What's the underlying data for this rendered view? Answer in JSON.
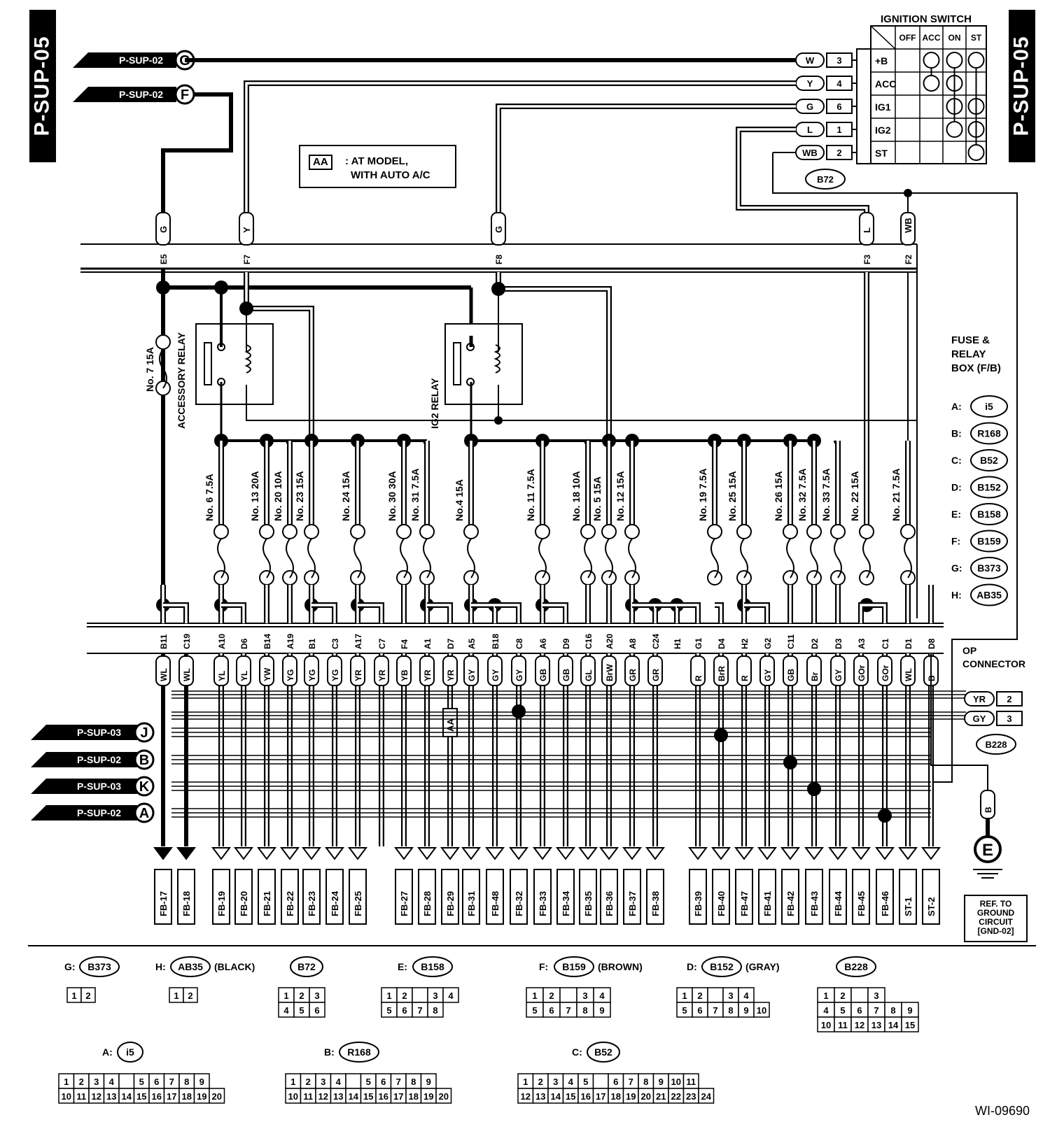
{
  "page_tag": "P-SUP-05",
  "doc_id": "WI-09690",
  "note": {
    "code": "AA",
    "text1": ": AT MODEL,",
    "text2": "WITH AUTO A/C"
  },
  "fuse_box_title": [
    "FUSE &",
    "RELAY",
    "BOX (F/B)"
  ],
  "fuse_box_legend": [
    {
      "k": "A:",
      "v": "i5"
    },
    {
      "k": "B:",
      "v": "R168"
    },
    {
      "k": "C:",
      "v": "B52"
    },
    {
      "k": "D:",
      "v": "B152"
    },
    {
      "k": "E:",
      "v": "B158"
    },
    {
      "k": "F:",
      "v": "B159"
    },
    {
      "k": "G:",
      "v": "B373"
    },
    {
      "k": "H:",
      "v": "AB35"
    }
  ],
  "ignition_switch": {
    "title": "IGNITION SWITCH",
    "positions": [
      "OFF",
      "ACC",
      "ON",
      "ST"
    ],
    "rows": [
      {
        "wire": "W",
        "pin": "3",
        "term": "+B"
      },
      {
        "wire": "Y",
        "pin": "4",
        "term": "ACC"
      },
      {
        "wire": "G",
        "pin": "6",
        "term": "IG1"
      },
      {
        "wire": "L",
        "pin": "1",
        "term": "IG2"
      },
      {
        "wire": "WB",
        "pin": "2",
        "term": "ST"
      }
    ],
    "connector": "B72"
  },
  "input_refs": [
    {
      "label": "P-SUP-02",
      "letter": "G"
    },
    {
      "label": "P-SUP-02",
      "letter": "F"
    }
  ],
  "bus_refs": [
    {
      "label": "P-SUP-03",
      "letter": "J"
    },
    {
      "label": "P-SUP-02",
      "letter": "B"
    },
    {
      "label": "P-SUP-03",
      "letter": "K"
    },
    {
      "label": "P-SUP-02",
      "letter": "A"
    }
  ],
  "top_terminals": [
    {
      "wire": "G",
      "pin": "E5"
    },
    {
      "wire": "Y",
      "pin": "F7"
    },
    {
      "wire": "G",
      "pin": "F8"
    },
    {
      "wire": "L",
      "pin": "F3"
    },
    {
      "wire": "WB",
      "pin": "F2"
    }
  ],
  "relays": [
    "ACCESSORY RELAY",
    "IG2 RELAY"
  ],
  "main_fuse": "No. 7 15A",
  "fuses": [
    "No. 6 7.5A",
    "No. 13 20A",
    "No. 20 10A",
    "No. 23 15A",
    "No. 24 15A",
    "No. 30 30A",
    "No. 31 7.5A",
    "No.4 15A",
    "No. 11 7.5A",
    "No. 18 10A",
    "No. 5 15A",
    "No. 12 15A",
    "No. 19 7.5A",
    "No. 25 15A",
    "No. 26 15A",
    "No. 32 7.5A",
    "No. 33 7.5A",
    "No. 22 15A",
    "No. 21 7.5A"
  ],
  "bottom_pins": [
    "B11",
    "C19",
    "A10",
    "D6",
    "B14",
    "A19",
    "B1",
    "C3",
    "A17",
    "C7",
    "F4",
    "A1",
    "D7",
    "A5",
    "B18",
    "C8",
    "A6",
    "D9",
    "C16",
    "A20",
    "A8",
    "C24",
    "H1",
    "G1",
    "D4",
    "H2",
    "G2",
    "C11",
    "D2",
    "D3",
    "A3",
    "C1",
    "D1",
    "D8"
  ],
  "bottom_wires": [
    "WL",
    "WL",
    "YL",
    "YL",
    "YW",
    "YG",
    "YG",
    "YG",
    "YR",
    "YR",
    "YB",
    "YR",
    "YR",
    "GY",
    "GY",
    "GY",
    "GB",
    "GB",
    "GL",
    "BrW",
    "GR",
    "GR",
    "",
    "R",
    "BrR",
    "R",
    "GY",
    "GB",
    "Br",
    "GY",
    "GOr",
    "GOr",
    "WL",
    "B"
  ],
  "outputs": [
    "FB-17",
    "FB-18",
    "FB-19",
    "FB-20",
    "FB-21",
    "FB-22",
    "FB-23",
    "FB-24",
    "FB-25",
    "FB-27",
    "FB-28",
    "FB-29",
    "FB-31",
    "FB-48",
    "FB-32",
    "FB-33",
    "FB-34",
    "FB-35",
    "FB-36",
    "FB-37",
    "FB-38",
    "FB-39",
    "FB-40",
    "FB-47",
    "FB-41",
    "FB-42",
    "FB-43",
    "FB-44",
    "FB-45",
    "FB-46",
    "ST-1",
    "ST-2"
  ],
  "aa_tag": "AA",
  "op_connector": {
    "title": [
      "OP",
      "CONNECTOR"
    ],
    "rows": [
      {
        "wire": "YR",
        "pin": "2"
      },
      {
        "wire": "GY",
        "pin": "3"
      }
    ],
    "id": "B228"
  },
  "ground": {
    "wire": "B",
    "letter": "E",
    "ref": [
      "REF. TO",
      "GROUND",
      "CIRCUIT",
      "[GND-02]"
    ]
  },
  "connector_views": [
    {
      "prefix": "G:",
      "id": "B373",
      "suffix": "",
      "rows": [
        [
          "1",
          "2"
        ]
      ]
    },
    {
      "prefix": "H:",
      "id": "AB35",
      "suffix": "(BLACK)",
      "rows": [
        [
          "1",
          "2"
        ]
      ]
    },
    {
      "prefix": "",
      "id": "B72",
      "suffix": "",
      "rows": [
        [
          "1",
          "2",
          "3"
        ],
        [
          "4",
          "5",
          "6"
        ]
      ]
    },
    {
      "prefix": "E:",
      "id": "B158",
      "suffix": "",
      "rows": [
        [
          "1",
          "2",
          "",
          "3",
          "4"
        ],
        [
          "5",
          "6",
          "7",
          "8"
        ]
      ]
    },
    {
      "prefix": "F:",
      "id": "B159",
      "suffix": "(BROWN)",
      "rows": [
        [
          "1",
          "2",
          "",
          "3",
          "4"
        ],
        [
          "5",
          "6",
          "7",
          "8",
          "9"
        ]
      ]
    },
    {
      "prefix": "D:",
      "id": "B152",
      "suffix": "(GRAY)",
      "rows": [
        [
          "1",
          "2",
          "",
          "3",
          "4"
        ],
        [
          "5",
          "6",
          "7",
          "8",
          "9",
          "10"
        ]
      ]
    },
    {
      "prefix": "",
      "id": "B228",
      "suffix": "",
      "rows": [
        [
          "1",
          "2",
          "",
          "3"
        ],
        [
          "4",
          "5",
          "6",
          "7",
          "8",
          "9"
        ],
        [
          "10",
          "11",
          "12",
          "13",
          "14",
          "15"
        ]
      ]
    },
    {
      "prefix": "A:",
      "id": "i5",
      "suffix": "",
      "rows": [
        [
          "1",
          "2",
          "3",
          "4",
          "",
          "5",
          "6",
          "7",
          "8",
          "9"
        ],
        [
          "10",
          "11",
          "12",
          "13",
          "14",
          "15",
          "16",
          "17",
          "18",
          "19",
          "20"
        ]
      ]
    },
    {
      "prefix": "B:",
      "id": "R168",
      "suffix": "",
      "rows": [
        [
          "1",
          "2",
          "3",
          "4",
          "",
          "5",
          "6",
          "7",
          "8",
          "9"
        ],
        [
          "10",
          "11",
          "12",
          "13",
          "14",
          "15",
          "16",
          "17",
          "18",
          "19",
          "20"
        ]
      ]
    },
    {
      "prefix": "C:",
      "id": "B52",
      "suffix": "",
      "rows": [
        [
          "1",
          "2",
          "3",
          "4",
          "5",
          "",
          "6",
          "7",
          "8",
          "9",
          "10",
          "11"
        ],
        [
          "12",
          "13",
          "14",
          "15",
          "16",
          "17",
          "18",
          "19",
          "20",
          "21",
          "22",
          "23",
          "24"
        ]
      ]
    }
  ]
}
